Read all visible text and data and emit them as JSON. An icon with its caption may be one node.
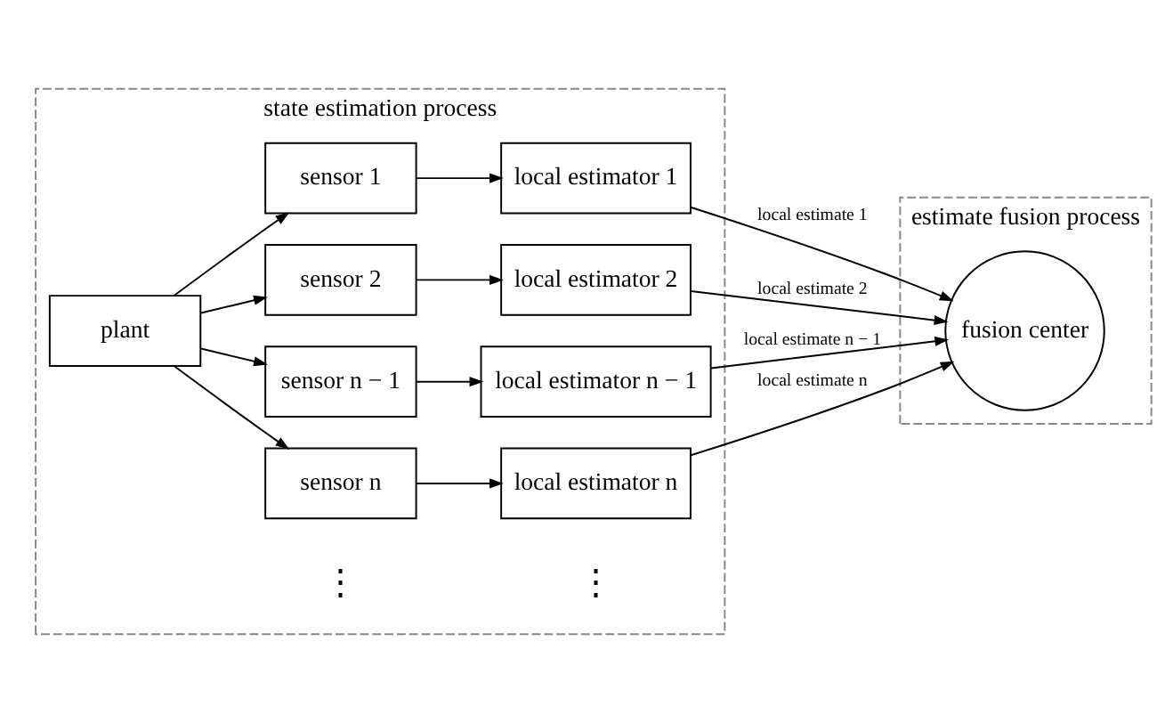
{
  "diagram": {
    "nodes": [
      {
        "text": [
          "state estimation process"
        ]
      },
      {
        "text": [
          "estimate fusion process"
        ]
      },
      {
        "text": [
          "plant"
        ],
        "in": 0
      },
      {
        "text": [
          "sensor 1"
        ],
        "in": 0
      },
      {
        "text": [
          "local estimator 1"
        ],
        "in": 0
      },
      {
        "text": [
          "sensor 2"
        ],
        "in": 0
      },
      {
        "text": [
          "local estimator 2"
        ],
        "in": 0
      },
      {
        "text": [
          "sensor n − 1"
        ],
        "in": 0
      },
      {
        "text": [
          "local estimator n − 1"
        ],
        "in": 0
      },
      {
        "text": [
          "sensor n"
        ],
        "in": 0
      },
      {
        "text": [
          "local estimator n"
        ],
        "in": 0
      },
      {
        "text": [
          "fusion center"
        ],
        "in": 1
      }
    ],
    "edges": [
      {
        "from": 2,
        "to": 3,
        "arrow": "to"
      },
      {
        "from": 2,
        "to": 5,
        "arrow": "to"
      },
      {
        "from": 2,
        "to": 7,
        "arrow": "to"
      },
      {
        "from": 2,
        "to": 9,
        "arrow": "to"
      },
      {
        "from": 3,
        "to": 4,
        "arrow": "to"
      },
      {
        "from": 5,
        "to": 6,
        "arrow": "to"
      },
      {
        "from": 7,
        "to": 8,
        "arrow": "to"
      },
      {
        "from": 9,
        "to": 10,
        "arrow": "to"
      },
      {
        "from": 4,
        "to": 11,
        "arrow": "to",
        "label": "local estimate 1"
      },
      {
        "from": 6,
        "to": 11,
        "arrow": "to",
        "label": "local estimate 2"
      },
      {
        "from": 8,
        "to": 11,
        "arrow": "to",
        "label": "local estimate n − 1"
      },
      {
        "from": 10,
        "to": 11,
        "arrow": "to",
        "label": "local estimate n"
      }
    ],
    "labels": [
      "⋮",
      "⋮"
    ]
  }
}
